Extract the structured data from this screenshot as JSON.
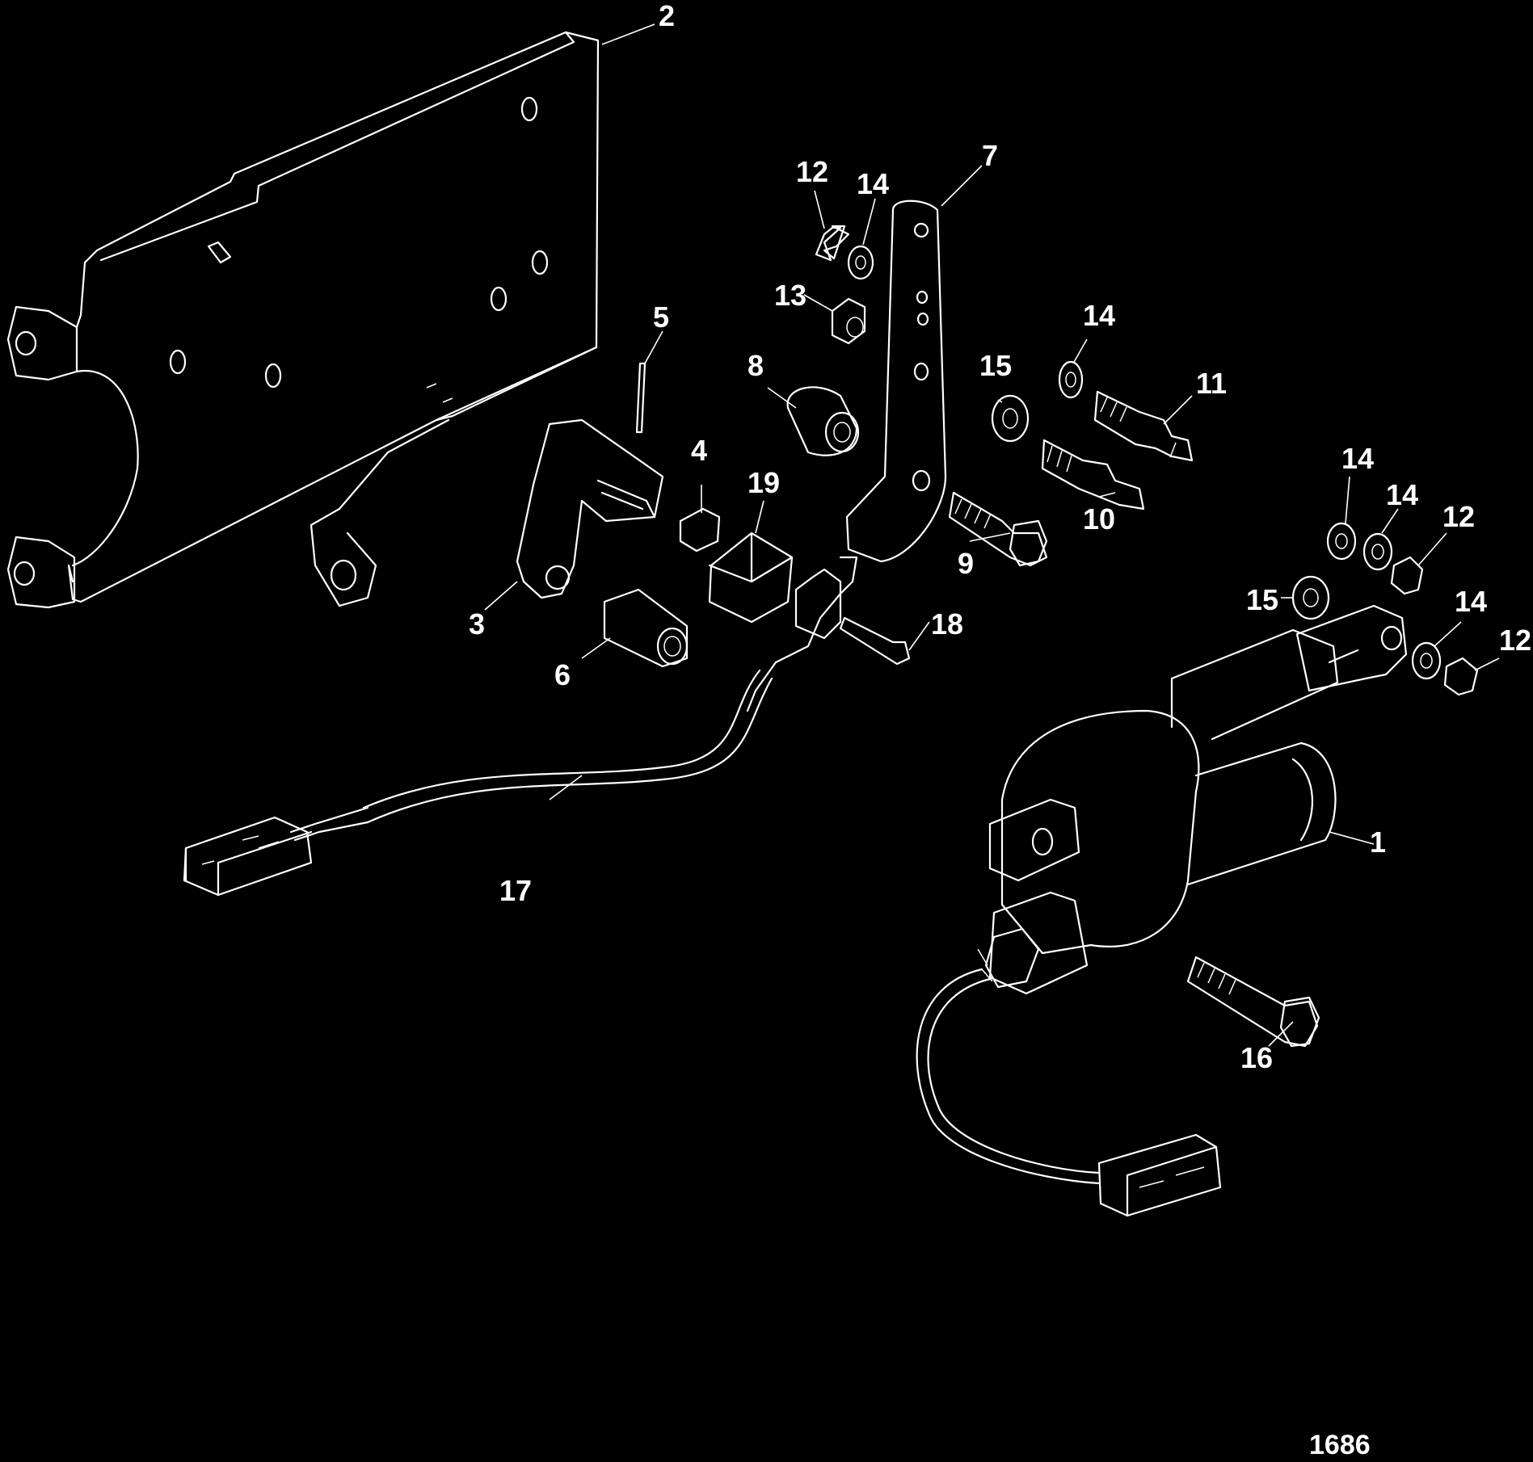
{
  "figure_number": "1686",
  "callouts": [
    {
      "id": "c1",
      "label": "1"
    },
    {
      "id": "c2",
      "label": "2"
    },
    {
      "id": "c3",
      "label": "3"
    },
    {
      "id": "c4",
      "label": "4"
    },
    {
      "id": "c5",
      "label": "5"
    },
    {
      "id": "c6",
      "label": "6"
    },
    {
      "id": "c7",
      "label": "7"
    },
    {
      "id": "c8",
      "label": "8"
    },
    {
      "id": "c9",
      "label": "9"
    },
    {
      "id": "c10",
      "label": "10"
    },
    {
      "id": "c11",
      "label": "11"
    },
    {
      "id": "c12a",
      "label": "12"
    },
    {
      "id": "c12b",
      "label": "12"
    },
    {
      "id": "c12c",
      "label": "12"
    },
    {
      "id": "c13",
      "label": "13"
    },
    {
      "id": "c14a",
      "label": "14"
    },
    {
      "id": "c14b",
      "label": "14"
    },
    {
      "id": "c14c",
      "label": "14"
    },
    {
      "id": "c14d",
      "label": "14"
    },
    {
      "id": "c14e",
      "label": "14"
    },
    {
      "id": "c15a",
      "label": "15"
    },
    {
      "id": "c15b",
      "label": "15"
    },
    {
      "id": "c16",
      "label": "16"
    },
    {
      "id": "c17",
      "label": "17"
    },
    {
      "id": "c18",
      "label": "18"
    },
    {
      "id": "c19",
      "label": "19"
    }
  ]
}
